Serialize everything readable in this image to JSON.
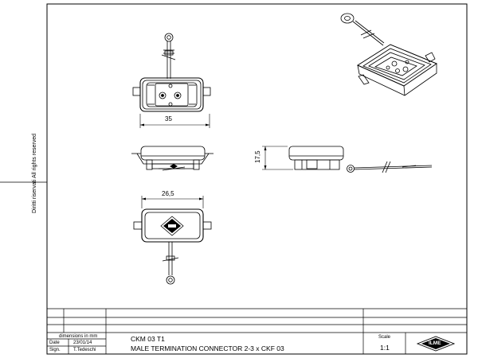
{
  "side_note": {
    "reserved_it": "Diritti riservati",
    "reserved_en": "All rights reserved"
  },
  "dimensions": {
    "top_width": "35",
    "height": "17,5",
    "bottom_width": "26,5"
  },
  "title_block": {
    "units_note": "dimensions in mm",
    "date_label": "Date",
    "date_value": "23/01/14",
    "sign_label": "Sign.",
    "sign_value": "T.Tedeschi",
    "code": "CKM 03 T1",
    "description": "MALE TERMINATION CONNECTOR 2-3 x CKF 03",
    "scale_label": "Scale",
    "scale_value": "1:1",
    "logo_text": "ILME"
  }
}
